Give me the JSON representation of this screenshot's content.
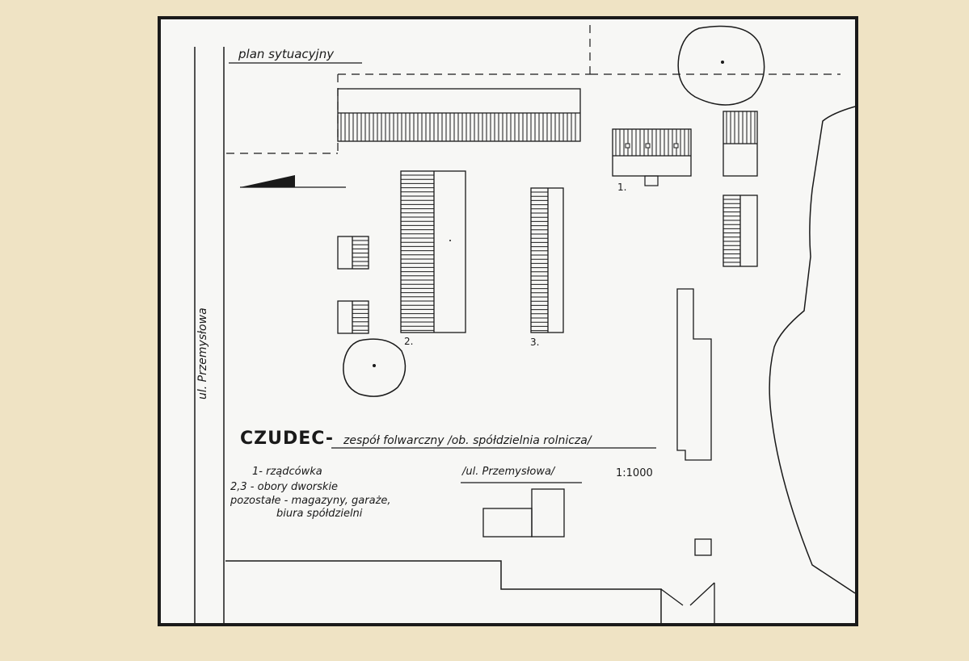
{
  "plan": {
    "heading": "plan sytuacyjny",
    "street_vertical": "ul. Przemysłowa",
    "title_main": "CZUDEC-",
    "title_sub": "zespół folwarczny /ob. spółdzielnia rolnicza/",
    "street_bottom": "/ul. Przemysłowa/",
    "scale": "1:1000",
    "legend": [
      "1- rządcówka",
      "2,3 - obory dworskie",
      "pozostałe - magazyny, garaże,",
      "biura spółdzielni"
    ],
    "building_numbers": [
      "1.",
      "2.",
      "3."
    ]
  },
  "colors": {
    "paper": "#efe3c4",
    "sheet": "#f7f7f5",
    "ink": "#1a1a1a"
  }
}
